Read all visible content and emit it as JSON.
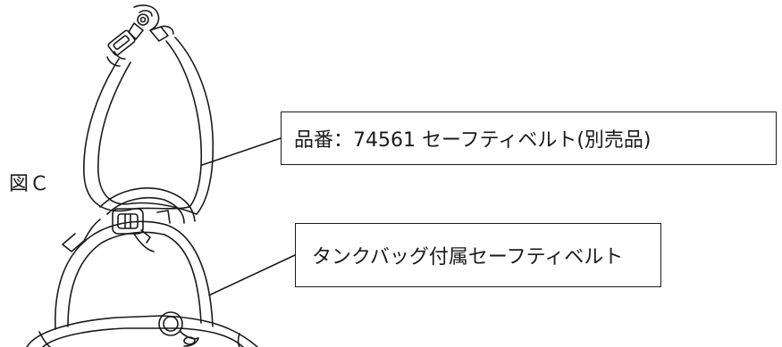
{
  "figure_label": "図Ｃ",
  "callouts": [
    {
      "text": "品番：74561 セーフティベルト(別売品)"
    },
    {
      "text": "タンクバッグ付属セーフティベルト"
    }
  ]
}
